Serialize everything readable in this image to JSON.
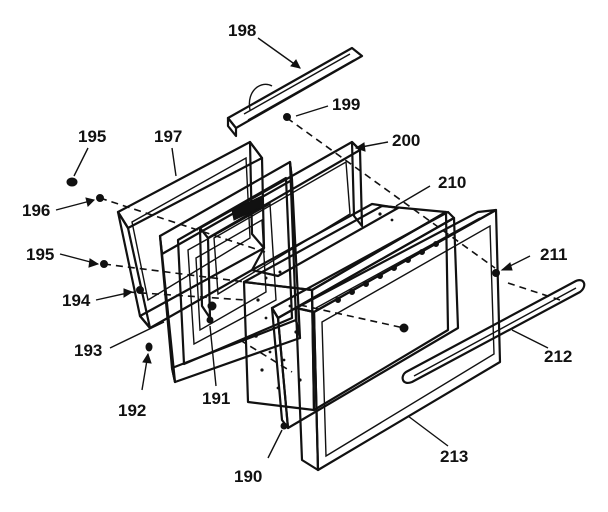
{
  "diagram": {
    "labels": {
      "p198": "198",
      "p199": "199",
      "p200": "200",
      "p195a": "195",
      "p197": "197",
      "p196": "196",
      "p210": "210",
      "p195b": "195",
      "p211": "211",
      "p194": "194",
      "p193": "193",
      "p212": "212",
      "p192": "192",
      "p191": "191",
      "p190": "190",
      "p213": "213"
    }
  }
}
